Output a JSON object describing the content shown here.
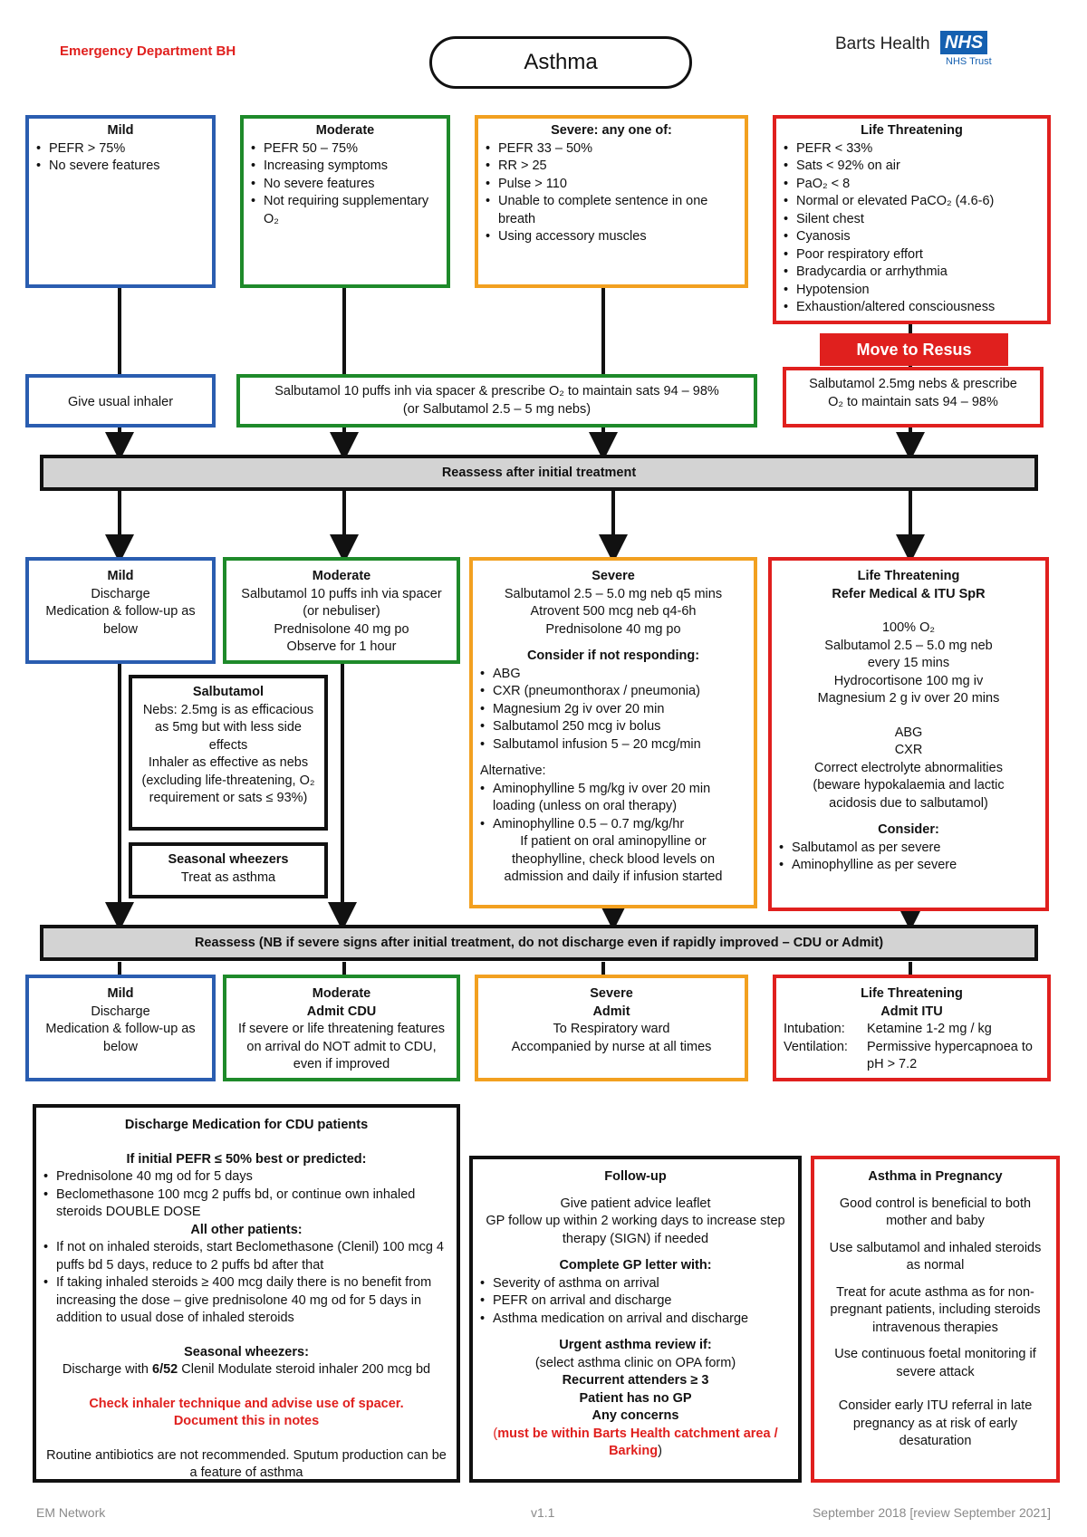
{
  "header": {
    "department": "Emergency Department BH",
    "title": "Asthma",
    "logo_text": "Barts Health",
    "logo_nhs": "NHS",
    "logo_trust": "NHS Trust"
  },
  "row1": {
    "mild": {
      "title": "Mild",
      "items": [
        "PEFR > 75%",
        "No severe features"
      ]
    },
    "moderate": {
      "title": "Moderate",
      "items": [
        "PEFR 50 – 75%",
        "Increasing symptoms",
        "No severe features",
        "Not requiring supplementary O₂"
      ]
    },
    "severe": {
      "title": "Severe: any one of:",
      "items": [
        "PEFR 33 – 50%",
        "RR > 25",
        "Pulse > 110",
        "Unable to complete sentence in one breath",
        "Using accessory muscles"
      ]
    },
    "life": {
      "title": "Life Threatening",
      "items": [
        "PEFR < 33%",
        "Sats < 92% on air",
        "PaO₂ < 8",
        "Normal or elevated PaCO₂ (4.6-6)",
        "Silent chest",
        "Cyanosis",
        "Poor respiratory effort",
        "Bradycardia or arrhythmia",
        "Hypotension",
        "Exhaustion/altered consciousness"
      ]
    }
  },
  "resus_button": "Move to Resus",
  "row2": {
    "mild": "Give usual inhaler",
    "moderate": [
      "Salbutamol 10 puffs inh via spacer & prescribe O₂ to maintain sats 94 – 98%",
      "(or Salbutamol 2.5 – 5 mg nebs)"
    ],
    "life": [
      "Salbutamol 2.5mg nebs & prescribe",
      "O₂ to maintain sats 94 – 98%"
    ]
  },
  "reassess1": "Reassess after initial treatment",
  "row3": {
    "mild": {
      "title": "Mild",
      "lines": [
        "Discharge",
        "Medication & follow-up as below"
      ]
    },
    "moderate": {
      "title": "Moderate",
      "lines": [
        "Salbutamol 10 puffs inh via spacer (or nebuliser)",
        "Prednisolone 40 mg po",
        "Observe for 1 hour"
      ]
    },
    "severe": {
      "title": "Severe",
      "lines": [
        "Salbutamol 2.5 – 5.0 mg neb q5 mins",
        "Atrovent 500 mcg neb q4-6h",
        "Prednisolone 40 mg po"
      ],
      "consider_title": "Consider if not responding:",
      "consider_items": [
        "ABG",
        "CXR (pneumonthorax / pneumonia)",
        "Magnesium 2g iv over 20 min",
        "Salbutamol 250 mcg iv bolus",
        "Salbutamol infusion 5 – 20 mcg/min"
      ],
      "alt_title": "Alternative:",
      "alt_items": [
        "Aminophylline 5 mg/kg iv over 20 min loading (unless on oral therapy)",
        "Aminophylline 0.5 – 0.7 mg/kg/hr"
      ],
      "alt_note": "If patient on oral aminopylline or theophylline, check blood levels on admission and daily if infusion started"
    },
    "life": {
      "title": "Life Threatening",
      "subtitle": "Refer Medical & ITU SpR",
      "lines1": [
        "100% O₂",
        "Salbutamol 2.5 – 5.0 mg neb every 15 mins",
        "Hydrocortisone 100 mg iv",
        "Magnesium 2 g iv over 20 mins"
      ],
      "lines2": [
        "ABG",
        "CXR",
        "Correct electrolyte abnormalities",
        "(beware hypokalaemia and lactic acidosis due to salbutamol)"
      ],
      "consider_title": "Consider:",
      "consider_items": [
        "Salbutamol as per severe",
        "Aminophylline as per severe"
      ]
    }
  },
  "salbutamol_box": {
    "title": "Salbutamol",
    "lines": [
      "Nebs: 2.5mg is as efficacious as 5mg but with less side effects",
      "Inhaler as effective as nebs (excluding life-threatening, O₂ requirement or sats ≤ 93%)"
    ]
  },
  "seasonal_box": {
    "title": "Seasonal wheezers",
    "text": "Treat as asthma"
  },
  "reassess2": "Reassess (NB if severe signs after initial treatment, do not discharge even if rapidly improved – CDU or Admit)",
  "row4": {
    "mild": {
      "title": "Mild",
      "lines": [
        "Discharge",
        "Medication & follow-up as below"
      ]
    },
    "moderate": {
      "title": "Moderate",
      "subtitle": "Admit CDU",
      "text": "If severe or life threatening features on arrival do NOT admit to CDU, even if improved"
    },
    "severe": {
      "title": "Severe",
      "subtitle": "Admit",
      "lines": [
        "To Respiratory ward",
        "Accompanied by nurse at all times"
      ]
    },
    "life": {
      "title": "Life Threatening",
      "subtitle": "Admit ITU",
      "rows": [
        {
          "label": "Intubation:",
          "value": "Ketamine 1-2 mg / kg"
        },
        {
          "label": "Ventilation:",
          "value": "Permissive hypercapnoea to pH > 7.2"
        }
      ]
    }
  },
  "discharge": {
    "title": "Discharge Medication for CDU patients",
    "if_title": "If initial PEFR ≤ 50% best or predicted:",
    "if_items": [
      "Prednisolone 40 mg od for 5 days",
      "Beclomethasone 100 mcg 2 puffs bd, or continue own inhaled steroids DOUBLE DOSE"
    ],
    "other_title": "All other patients:",
    "other_items": [
      "If not on inhaled steroids, start Beclomethasone (Clenil) 100 mcg 4 puffs bd 5 days, reduce to 2 puffs bd after that",
      "If taking inhaled steroids ≥ 400 mcg daily there is no benefit from increasing the dose – give prednisolone 40 mg od for 5 days in addition to usual dose of inhaled steroids"
    ],
    "seasonal_title": "Seasonal wheezers:",
    "seasonal_pre": "Discharge with ",
    "seasonal_bold": "6/52",
    "seasonal_post": " Clenil Modulate steroid inhaler 200 mcg bd",
    "red_note": "Check inhaler technique and advise use of spacer. Document this in notes",
    "routine": "Routine antibiotics are not recommended.  Sputum production can be a feature of asthma"
  },
  "followup": {
    "title": "Follow-up",
    "lines": [
      "Give patient advice leaflet",
      "GP follow up within 2 working days to increase step therapy (SIGN) if needed"
    ],
    "gp_title": "Complete GP letter with:",
    "gp_items": [
      "Severity of asthma on arrival",
      "PEFR on arrival and discharge",
      "Asthma medication on arrival and discharge"
    ],
    "review_title": "Urgent asthma review if:",
    "review_sub": "(select asthma clinic on OPA form)",
    "review_items": [
      "Recurrent attenders ≥ 3",
      "Patient has no GP",
      "Any concerns"
    ],
    "red_note_open": "(",
    "red_note": "must be within Barts Health catchment area / Barking",
    "red_note_close": ")"
  },
  "pregnancy": {
    "title": "Asthma in Pregnancy",
    "paras": [
      "Good control is beneficial to both mother and baby",
      "Use salbutamol and inhaled steroids as normal",
      "Treat for acute asthma as for non-pregnant patients, including steroids intravenous therapies",
      "Use continuous foetal monitoring if severe attack",
      "Consider early ITU referral in late pregnancy as at risk of early desaturation"
    ]
  },
  "footer": {
    "left": "EM Network",
    "center": "v1.1",
    "right": "September 2018 [review September 2021]"
  },
  "colors": {
    "mild": "#2a5db0",
    "moderate": "#1e8a2a",
    "severe": "#f2a020",
    "life": "#e0201e"
  }
}
